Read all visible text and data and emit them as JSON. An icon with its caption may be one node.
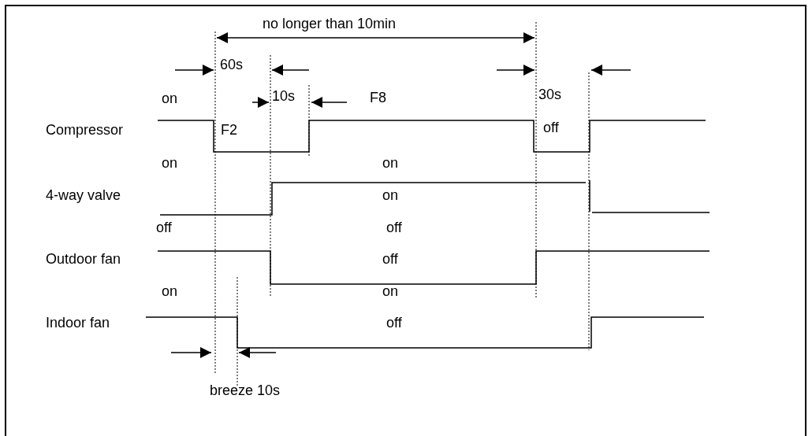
{
  "diagram": {
    "labels": [
      "no longer than 10min",
      "60s",
      "on",
      "10s",
      "F8",
      "30s",
      "Compressor",
      "F2",
      "off",
      "on",
      "on",
      "4-way valve",
      "on",
      "off",
      "off",
      "Outdoor fan",
      "off",
      "on",
      "on",
      "Indoor fan",
      "off",
      "breeze 10s"
    ]
  }
}
